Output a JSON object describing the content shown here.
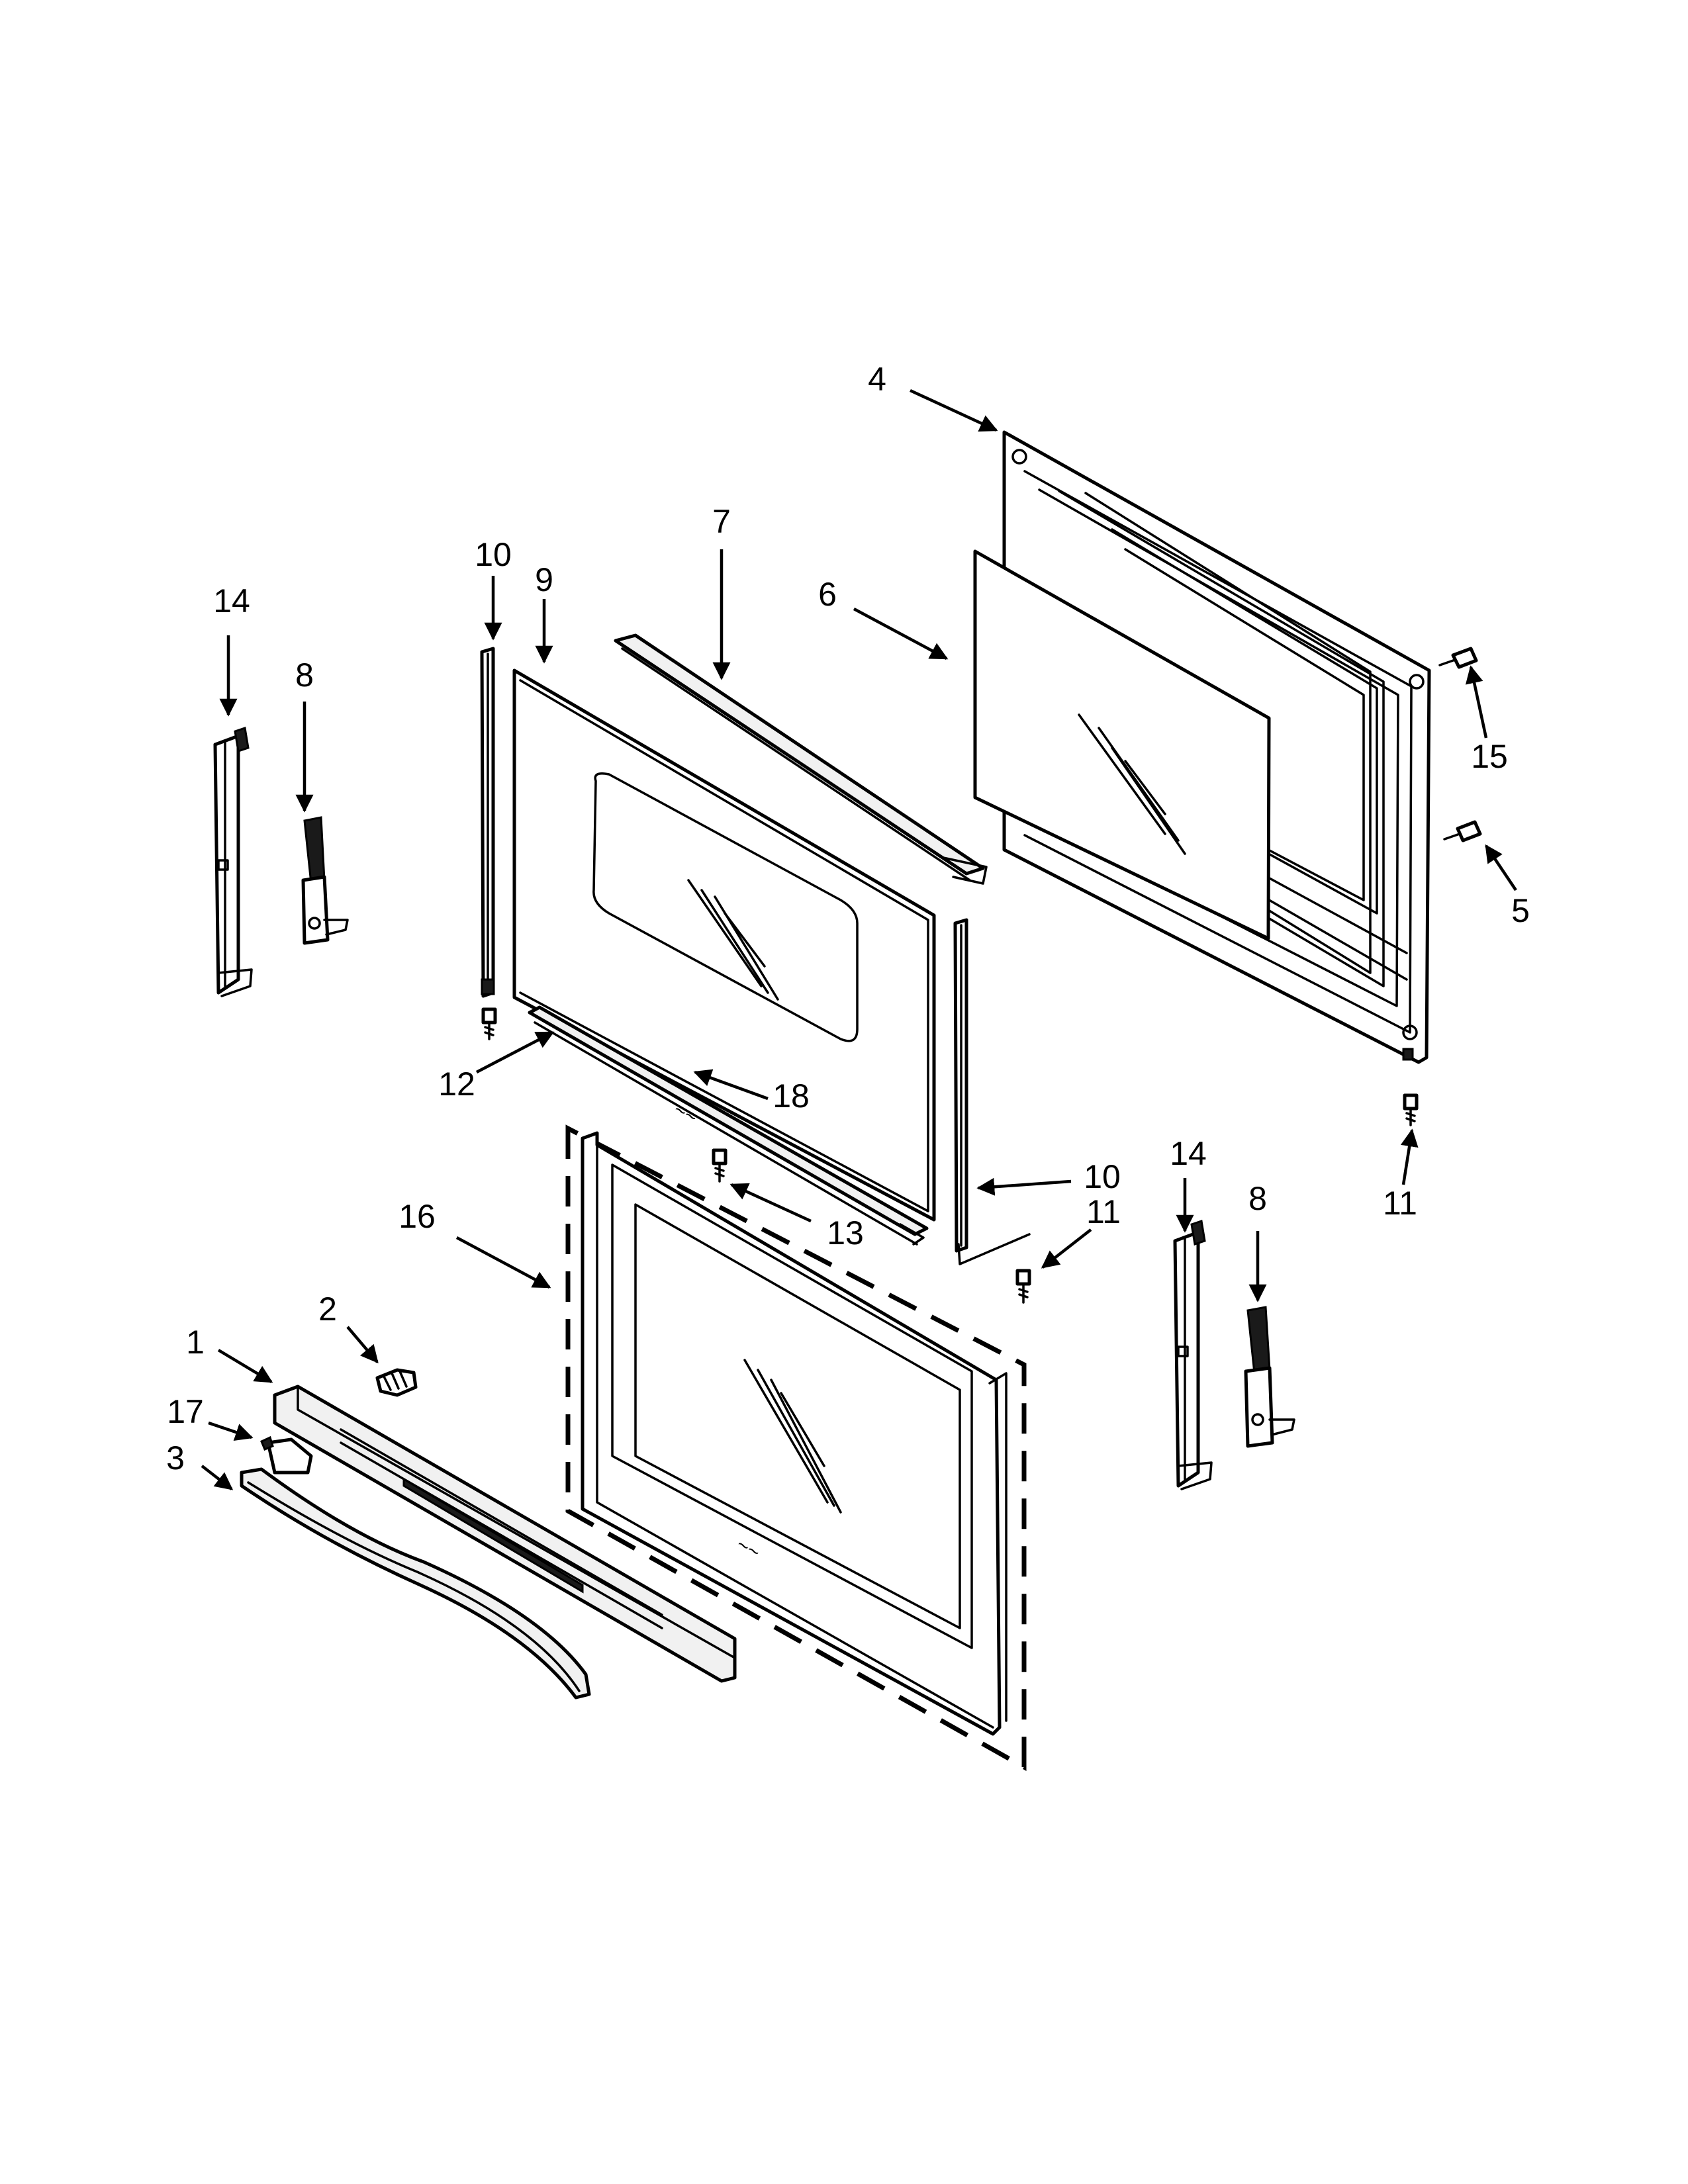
{
  "diagram": {
    "callouts": [
      {
        "id": "c4",
        "label": "4"
      },
      {
        "id": "c7",
        "label": "7"
      },
      {
        "id": "c6",
        "label": "6"
      },
      {
        "id": "c10a",
        "label": "10"
      },
      {
        "id": "c9",
        "label": "9"
      },
      {
        "id": "c14a",
        "label": "14"
      },
      {
        "id": "c8a",
        "label": "8"
      },
      {
        "id": "c15",
        "label": "15"
      },
      {
        "id": "c5",
        "label": "5"
      },
      {
        "id": "c12",
        "label": "12"
      },
      {
        "id": "c18",
        "label": "18"
      },
      {
        "id": "c11a",
        "label": "11"
      },
      {
        "id": "c14b",
        "label": "14"
      },
      {
        "id": "c10b",
        "label": "10"
      },
      {
        "id": "c16",
        "label": "16"
      },
      {
        "id": "c13",
        "label": "13"
      },
      {
        "id": "c11b",
        "label": "11"
      },
      {
        "id": "c8b",
        "label": "8"
      },
      {
        "id": "c2",
        "label": "2"
      },
      {
        "id": "c1",
        "label": "1"
      },
      {
        "id": "c17",
        "label": "17"
      },
      {
        "id": "c3",
        "label": "3"
      }
    ]
  }
}
